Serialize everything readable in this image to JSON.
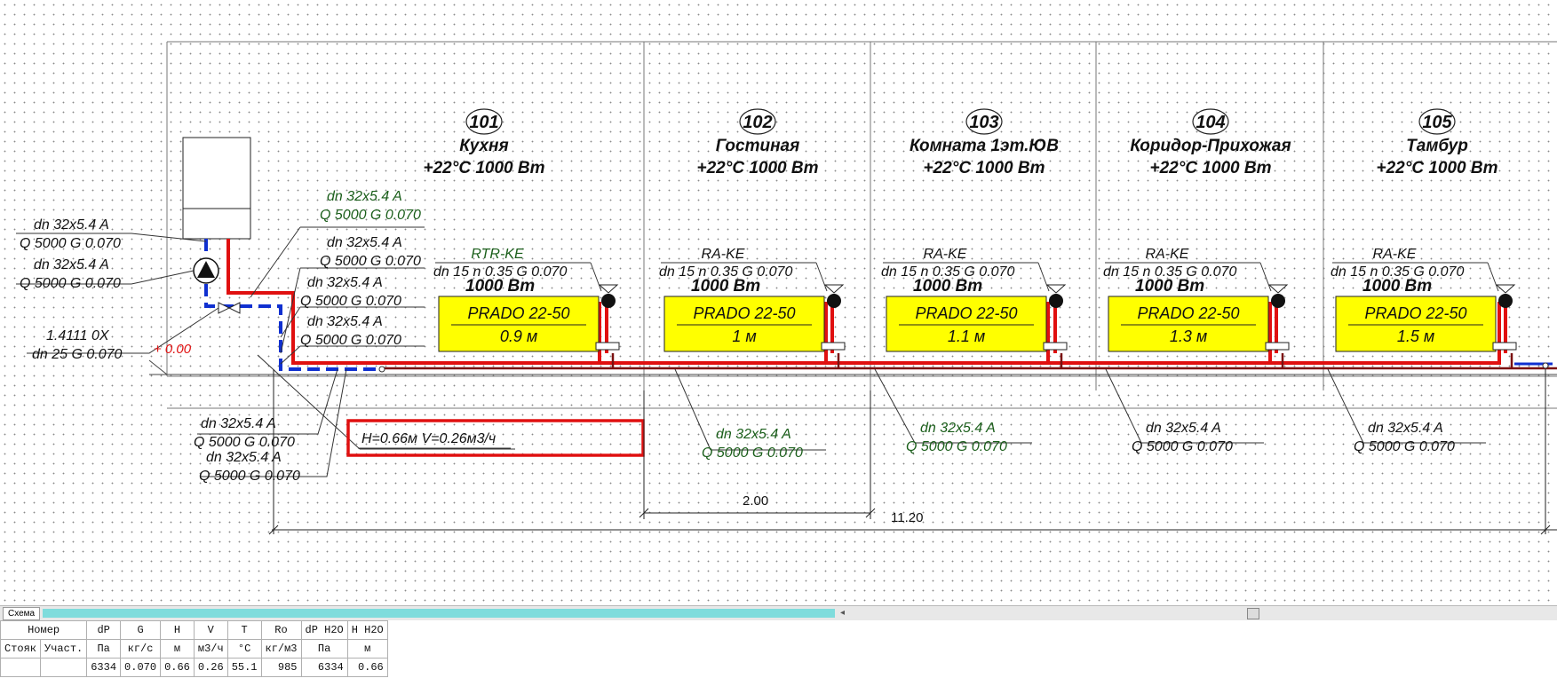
{
  "rooms": [
    {
      "number": "101",
      "name": "Кухня",
      "params": "+22°C 1000 Вт"
    },
    {
      "number": "102",
      "name": "Гостиная",
      "params": "+22°C 1000 Вт"
    },
    {
      "number": "103",
      "name": "Комната 1эт.ЮВ",
      "params": "+22°C 1000 Вт"
    },
    {
      "number": "104",
      "name": "Коридор-Прихожая",
      "params": "+22°C 1000 Вт"
    },
    {
      "number": "105",
      "name": "Тамбур",
      "params": "+22°C 1000 Вт"
    }
  ],
  "radiators": [
    {
      "valve": "RTR-KE",
      "params": "dn 15  n 0.35  G 0.070",
      "power": "1000 Вт",
      "model": "PRADO 22-50",
      "length": "0.9 м"
    },
    {
      "valve": "RA-KE",
      "params": "dn 15  n 0.35  G 0.070",
      "power": "1000 Вт",
      "model": "PRADO 22-50",
      "length": "1 м"
    },
    {
      "valve": "RA-KE",
      "params": "dn 15  n 0.35  G 0.070",
      "power": "1000 Вт",
      "model": "PRADO 22-50",
      "length": "1.1 м"
    },
    {
      "valve": "RA-KE",
      "params": "dn 15  n 0.35  G 0.070",
      "power": "1000 Вт",
      "model": "PRADO 22-50",
      "length": "1.3 м"
    },
    {
      "valve": "RA-KE",
      "params": "dn 15  n 0.35  G 0.070",
      "power": "1000 Вт",
      "model": "PRADO 22-50",
      "length": "1.5 м"
    }
  ],
  "pipe_labels": {
    "main_top": [
      "dn 32x5.4 A",
      "Q 5000  G 0.070"
    ],
    "riser1": [
      "dn 32x5.4 A",
      "Q 5000  G 0.070"
    ],
    "riser2": [
      "dn 32x5.4 A",
      "Q 5000  G 0.070"
    ],
    "riser3": [
      "dn 32x5.4 A",
      "Q 5000  G 0.070"
    ],
    "left1": [
      "dn 32x5.4 A",
      "Q 5000  G 0.070"
    ],
    "left2": [
      "dn 32x5.4 A",
      "Q 5000  G 0.070"
    ],
    "valve": [
      "1.4111 0X",
      "dn 25  G 0.070"
    ],
    "bottom1": [
      "dn 32x5.4 A",
      "Q 5000  G 0.070"
    ],
    "bottom2": [
      "dn 32x5.4 A",
      "Q 5000  G 0.070"
    ],
    "section1": [
      "dn 32x5.4 A",
      "Q 5000  G 0.070"
    ],
    "section2": [
      "dn 32x5.4 A",
      "Q 5000  G 0.070"
    ],
    "section3": [
      "dn 32x5.4 A",
      "Q 5000  G 0.070"
    ],
    "section4": [
      "dn 32x5.4 A",
      "Q 5000  G 0.070"
    ]
  },
  "elevation": "+ 0.00",
  "pump_info": "H=0.66м  V=0.26м3/ч",
  "dimensions": {
    "span_room": "2.00",
    "span_total": "11.20"
  },
  "tab": {
    "label": "Схема"
  },
  "colors": {
    "supply": "#e01010",
    "return_dashed": "#1030d0",
    "return_pipe": "#7a1010",
    "radiator": "#ffff00",
    "scrollbar": "#7fdcdc"
  },
  "table": {
    "headers1": [
      "Номер",
      "dP",
      "G",
      "H",
      "V",
      "T",
      "Ro",
      "dP H2O",
      "H H2O"
    ],
    "headers2": [
      "Стояк",
      "Участ.",
      "Па",
      "кг/с",
      "м",
      "м3/ч",
      "°C",
      "кг/м3",
      "Па",
      "м"
    ],
    "row": [
      "",
      "",
      "6334",
      "0.070",
      "0.66",
      "0.26",
      "55.1",
      "985",
      "6334",
      "0.66"
    ]
  }
}
